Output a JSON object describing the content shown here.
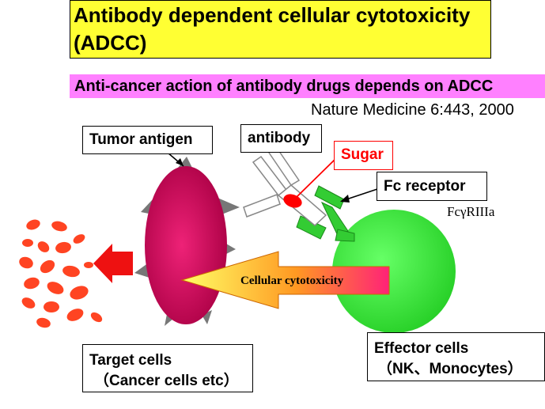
{
  "title": {
    "line1": "Antibody dependent cellular cytotoxicity",
    "line2": "(ADCC)"
  },
  "subtitle": "Anti-cancer action of antibody drugs depends on ADCC",
  "citation": "Nature Medicine 6:443, 2000",
  "labels": {
    "tumor_antigen": "Tumor antigen",
    "antibody": "antibody",
    "sugar": "Sugar",
    "fc_receptor": "Fc receptor",
    "fc_receptor_sub": "FcγRIIIa",
    "cellular_cytotoxicity": "Cellular cytotoxicity",
    "target_cells_line1": "Target cells",
    "target_cells_line2": "（Cancer cells etc）",
    "effector_cells_line1": "Effector cells",
    "effector_cells_line2": "（NK、Monocytes）"
  },
  "colors": {
    "title_bg": "#ffff33",
    "subtitle_bg": "#ff80ff",
    "target_cell": "#cc0055",
    "effector_cell": "#33dd33",
    "receptor": "#33cc33",
    "debris": "#ff4422",
    "sugar": "#ff0000"
  }
}
